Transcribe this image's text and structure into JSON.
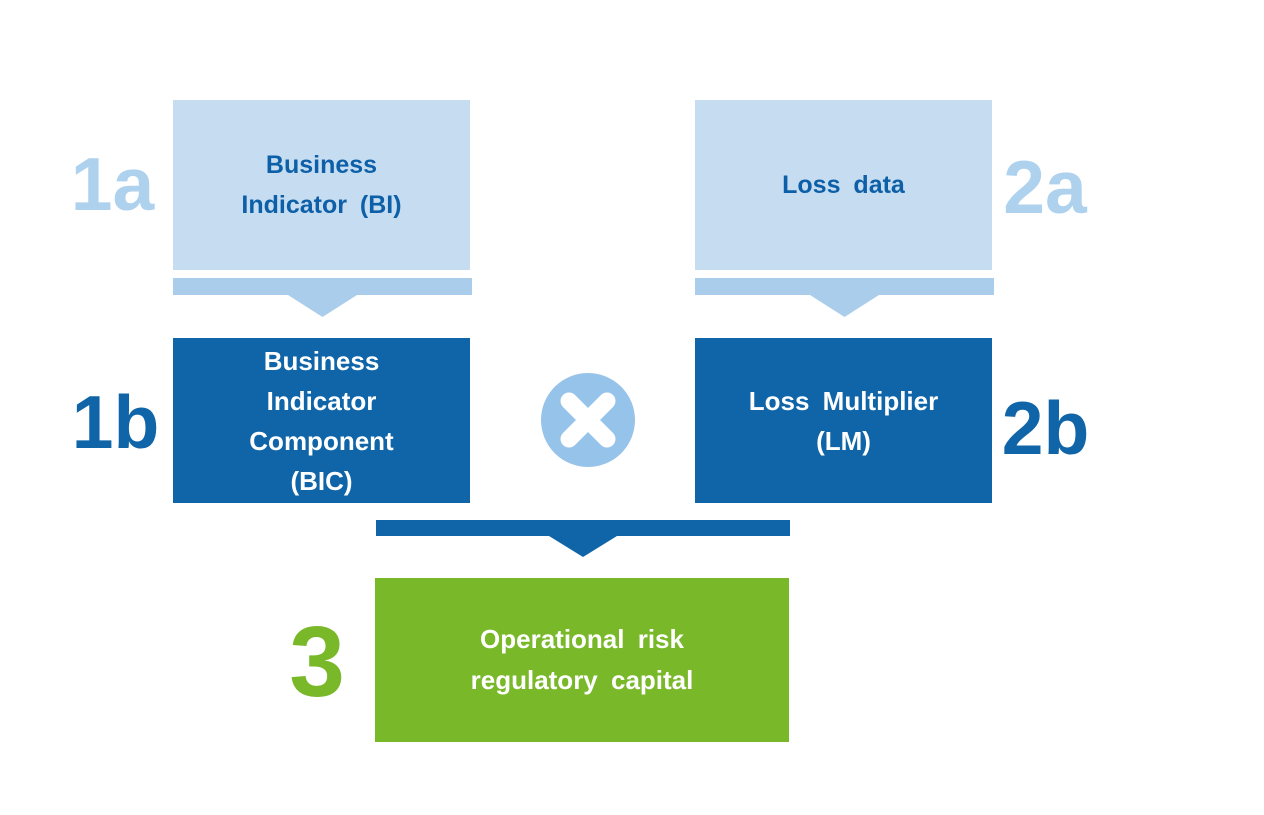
{
  "diagram": {
    "type": "flow",
    "nodes": {
      "bi": {
        "badge": "1a",
        "lines": [
          "Business",
          "Indicator (BI)"
        ]
      },
      "loss": {
        "badge": "2a",
        "lines": [
          "Loss data"
        ]
      },
      "bic": {
        "badge": "1b",
        "lines": [
          "Business",
          "Indicator",
          "Component",
          "(BIC)"
        ]
      },
      "lm": {
        "badge": "2b",
        "lines": [
          "Loss Multiplier",
          "(LM)"
        ]
      },
      "capital": {
        "badge": "3",
        "lines": [
          "Operational risk",
          "regulatory capital"
        ]
      }
    },
    "operator": {
      "name": "multiply",
      "symbol": "×"
    },
    "colors": {
      "light_blue_box": "#c6ddf1",
      "light_blue_accent": "#a9cdeb",
      "light_blue_badge": "#aed1ee",
      "multiply_circle": "#96c3ea",
      "dark_blue": "#0f65a8",
      "dark_blue_text": "#0d60a8",
      "green": "#79b829",
      "white_text": "#ffffff"
    }
  }
}
